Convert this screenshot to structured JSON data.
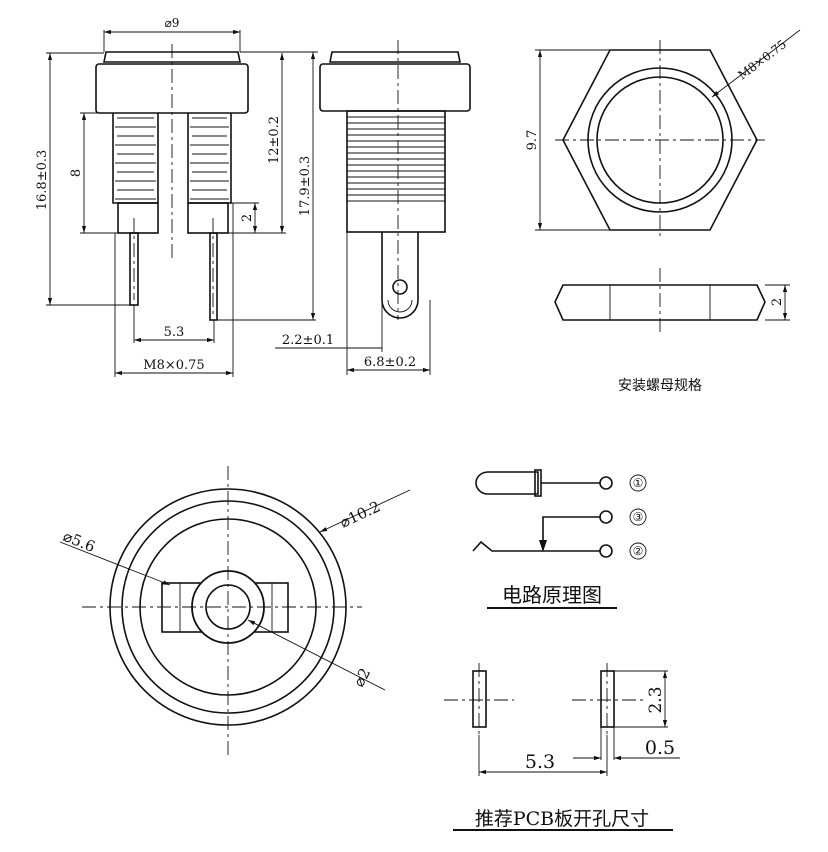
{
  "front_view": {
    "dia_cap": "⌀9",
    "height_total": "16.8±0.3",
    "thread_len": "8",
    "body_len": "12±0.2",
    "overall": "17.9±0.3",
    "base_h": "2",
    "pin_pitch": "5.3",
    "thread": "M8×0.75"
  },
  "side_view": {
    "pin_offset": "2.2±0.1",
    "pin_span": "6.8±0.2"
  },
  "nut": {
    "thread": "M8×0.75",
    "across_flats": "9.7",
    "thickness": "2",
    "caption": "安装螺母规格"
  },
  "bottom_view": {
    "outer_dia": "⌀10.2",
    "inner_dia": "⌀5.6",
    "pin_dia": "⌀2"
  },
  "circuit": {
    "pins": [
      "①",
      "③",
      "②"
    ],
    "caption": "电路原理图"
  },
  "pcb": {
    "height": "2.3",
    "pitch": "5.3",
    "width": "0.5",
    "caption": "推荐PCB板开孔尺寸"
  }
}
